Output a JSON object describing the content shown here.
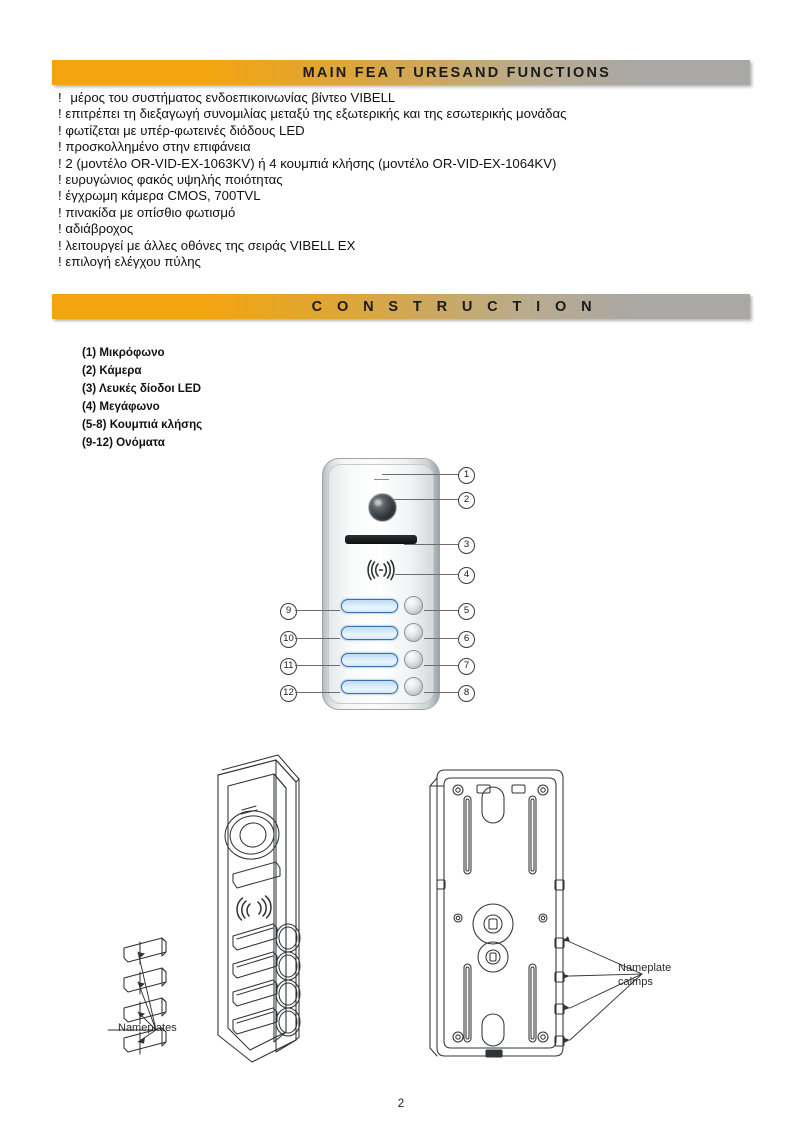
{
  "document": {
    "page_number": "2",
    "background_color": "#ffffff"
  },
  "sections": [
    {
      "id": "main-features",
      "title": "MAIN FEA T URESAND FUNCTIONS",
      "bar_color_left": "#f4a410",
      "bar_color_right": "#aaa8a4"
    },
    {
      "id": "construction",
      "title": "C O N S T R U C T I O N",
      "bar_color_left": "#f4a410",
      "bar_color_right": "#aaa8a4"
    }
  ],
  "features": {
    "bullet_glyph": "!",
    "items": [
      "μέρος του συστήματος ενδοεπικοινωνίας βίντεο VIBELL",
      "επιτρέπει τη διεξαγωγή συνομιλίας μεταξύ της εξωτερικής και της εσωτερικής μονάδας",
      "φωτίζεται με υπέρ-φωτεινές διόδους LED",
      "προσκολλημένο στην επιφάνεια",
      "2 (μοντέλο OR-VID-EX-1063KV) ή 4 κουμπιά κλήσης (μοντέλο OR-VID-EX-1064KV)",
      "ευρυγώνιος φακός υψηλής ποιότητας",
      "έγχρωμη κάμερα CMOS, 700TVL",
      "πινακίδα με οπίσθιο φωτισμό",
      "αδιάβροχος",
      "λειτουργεί με άλλες οθόνες της σειράς VIBELL EX",
      "επιλογή ελέγχου πύλης"
    ]
  },
  "construction": {
    "legend": [
      "(1) Μικρόφωνο",
      "(2) Κάμερα",
      "(3) Λευκές δίοδοι LED",
      "(4) Μεγάφωνο",
      "(5-8) Κουμπιά κλήσης",
      "(9-12) Ονόματα"
    ],
    "callouts": {
      "right": [
        "1",
        "2",
        "3",
        "4",
        "5",
        "6",
        "7",
        "8"
      ],
      "left": [
        "9",
        "10",
        "11",
        "12"
      ]
    },
    "figure_captions": {
      "nameplates": "Nameplates",
      "nameplate_clamps_line1": "Nameplate",
      "nameplate_clamps_line2": "calmps"
    }
  }
}
